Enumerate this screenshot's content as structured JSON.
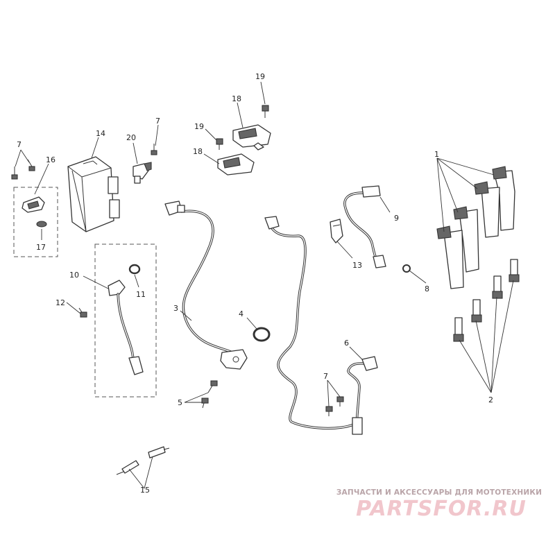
{
  "diagram": {
    "callouts": {
      "c1": "1",
      "c2": "2",
      "c3": "3",
      "c4": "4",
      "c5": "5",
      "c6": "6",
      "c7a": "7",
      "c7b": "7",
      "c7c": "7",
      "c8": "8",
      "c9": "9",
      "c10": "10",
      "c11": "11",
      "c12": "12",
      "c13": "13",
      "c14": "14",
      "c15": "15",
      "c16": "16",
      "c17": "17",
      "c18a": "18",
      "c18b": "18",
      "c19a": "19",
      "c19b": "19",
      "c20": "20"
    }
  },
  "watermark": {
    "tagline": "ЗАПЧАСТИ И АКСЕССУАРЫ ДЛЯ МОТОТЕХНИКИ",
    "logo": "PARTSFOR.RU"
  },
  "colors": {
    "line": "#333333",
    "watermark": "#f1c6cc"
  }
}
